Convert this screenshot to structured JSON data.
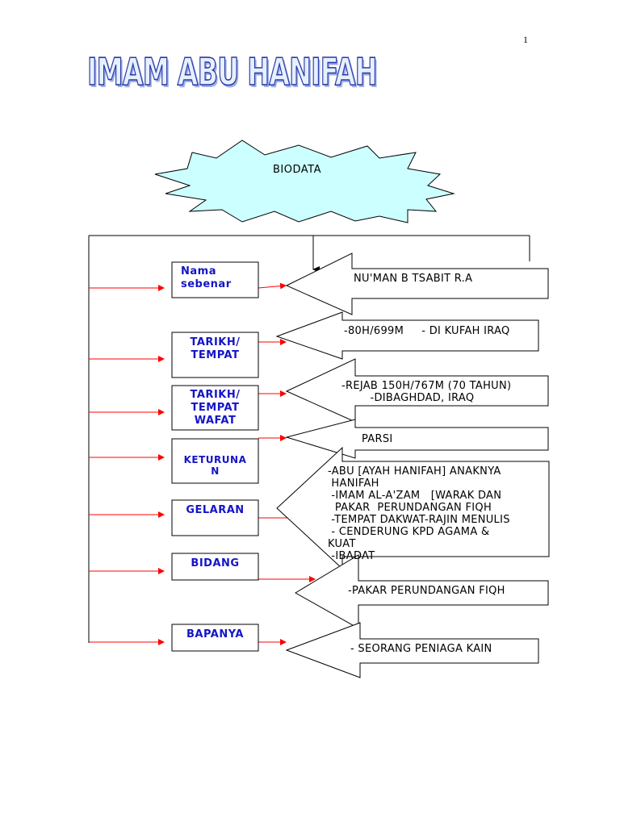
{
  "page_number": "1",
  "title": "IMAM ABU HANIFAH",
  "center": "BIODATA",
  "rows": [
    {
      "label": "Nama\nsebenar",
      "value": "NU'MAN B TSABIT R.A"
    },
    {
      "label": "TARIKH/\nTEMPAT",
      "value": "-80H/699M     - DI KUFAH IRAQ"
    },
    {
      "label": "TARIKH/\nTEMPAT\nWAFAT",
      "value": "-REJAB 150H/767M (70 TAHUN)\n        -DIBAGHDAD, IRAQ"
    },
    {
      "label": "KETURUNA\nN",
      "value": "PARSI"
    },
    {
      "label": "GELARAN",
      "value": "-ABU [AYAH HANIFAH] ANAKNYA\n HANIFAH\n -IMAM AL-A'ZAM   [WARAK DAN\n  PAKAR  PERUNDANGAN FIQH\n -TEMPAT DAKWAT-RAJIN MENULIS\n - CENDERUNG KPD AGAMA &\nKUAT\n -IBADAT"
    },
    {
      "label": "BIDANG",
      "value": "-PAKAR PERUNDANGAN FIQH"
    },
    {
      "label": "BAPANYA",
      "value": "- SEORANG PENIAGA KAIN"
    }
  ],
  "colors": {
    "label_text": "#1414c8",
    "connector": "#ff0000",
    "burst_fill": "#ccffff",
    "title_stroke": "#2a3aa8"
  }
}
